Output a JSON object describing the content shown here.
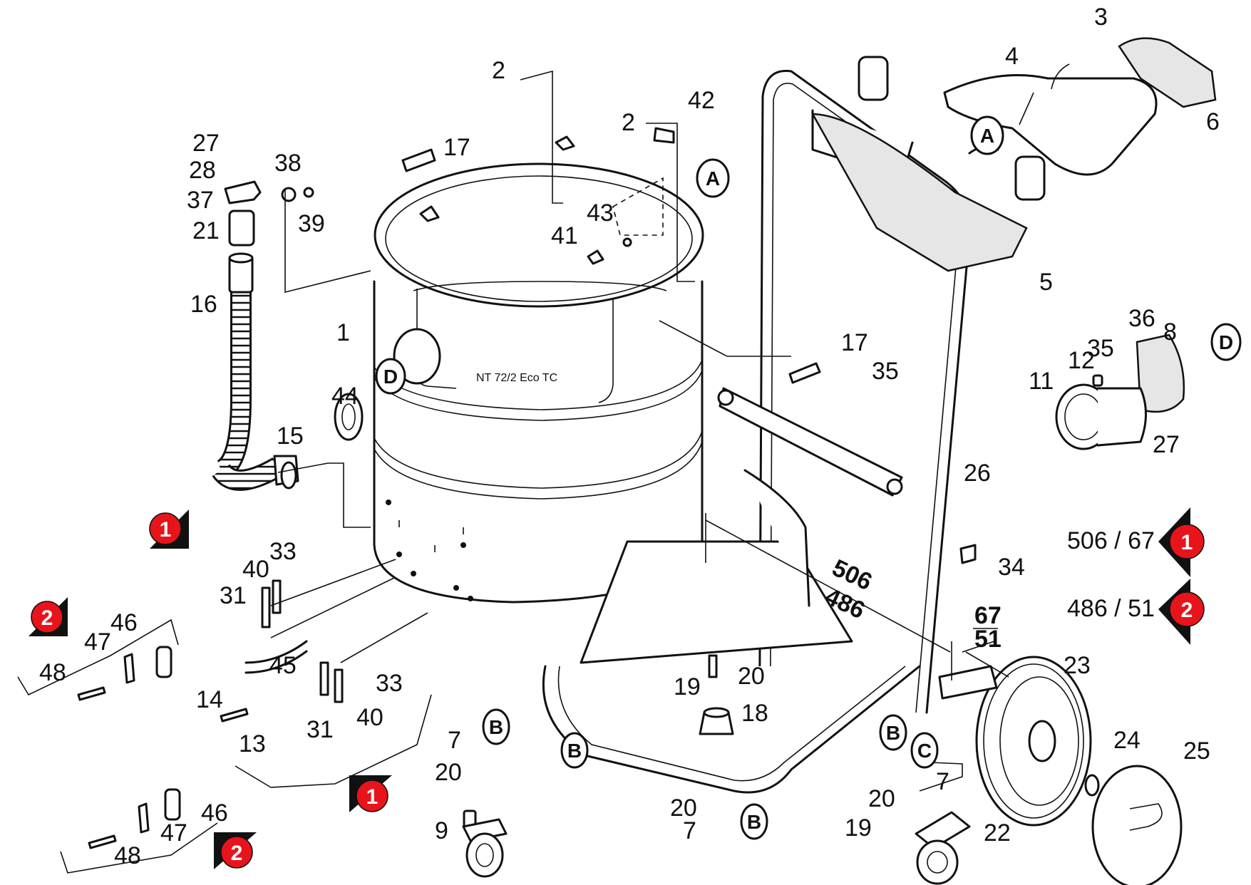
{
  "diagram": {
    "model_name": "NT 72/2 Eco TC",
    "part_labels": {
      "p1": "1",
      "p2a": "2",
      "p2b": "2",
      "p3": "3",
      "p4": "4",
      "p5": "5",
      "p6": "6",
      "p7a": "7",
      "p7b": "7",
      "p7c": "7",
      "p8": "8",
      "p9": "9",
      "p11": "11",
      "p12": "12",
      "p13": "13",
      "p14": "14",
      "p15": "15",
      "p16": "16",
      "p17a": "17",
      "p17b": "17",
      "p18": "18",
      "p19a": "19",
      "p19b": "19",
      "p20a": "20",
      "p20b": "20",
      "p20c": "20",
      "p20d": "20",
      "p21": "21",
      "p22": "22",
      "p23": "23",
      "p24": "24",
      "p25": "25",
      "p26": "26",
      "p27a": "27",
      "p27b": "27",
      "p28": "28",
      "p31a": "31",
      "p31b": "31",
      "p33a": "33",
      "p33b": "33",
      "p34": "34",
      "p35a": "35",
      "p35b": "35",
      "p36": "36",
      "p37": "37",
      "p38": "38",
      "p39": "39",
      "p40a": "40",
      "p40b": "40",
      "p41": "41",
      "p42": "42",
      "p43": "43",
      "p44": "44",
      "p45": "45",
      "p46a": "46",
      "p46b": "46",
      "p47a": "47",
      "p47b": "47",
      "p48a": "48",
      "p48b": "48"
    },
    "callouts": {
      "A_top": "A",
      "A_handle": "A",
      "D_tank": "D",
      "D_filter": "D",
      "B_caster": "B",
      "B_left": "B",
      "B_bottom": "B",
      "B_right": "B",
      "C_right": "C"
    },
    "dimensions": {
      "width_top": "506",
      "width_bottom": "486",
      "offset_top": "67",
      "offset_bottom": "51"
    },
    "variant_badges": {
      "v1_left": "1",
      "v2_left": "2",
      "v1_bottom": "1",
      "v2_bottom": "2",
      "v1_legend": "1",
      "v2_legend": "2"
    },
    "variant_legend": {
      "variant1_text": "506 / 67",
      "variant2_text": "486 / 51"
    }
  },
  "colors": {
    "badge_red": "#e8141b",
    "line": "#111111",
    "background": "#ffffff"
  }
}
